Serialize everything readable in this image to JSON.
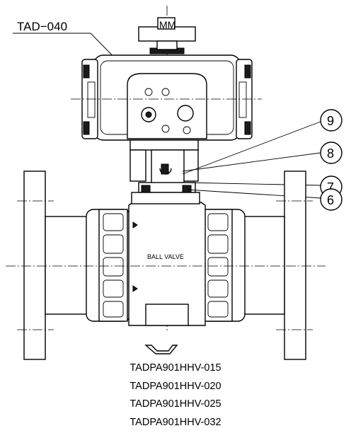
{
  "series_label": "TAD−040",
  "valve_body_text": "BALL VALVE",
  "actuator_top_text": "MM",
  "callouts": [
    "9",
    "8",
    "7",
    "6"
  ],
  "models": [
    "TADPA901HHV-015",
    "TADPA901HHV-020",
    "TADPA901HHV-025",
    "TADPA901HHV-032"
  ]
}
